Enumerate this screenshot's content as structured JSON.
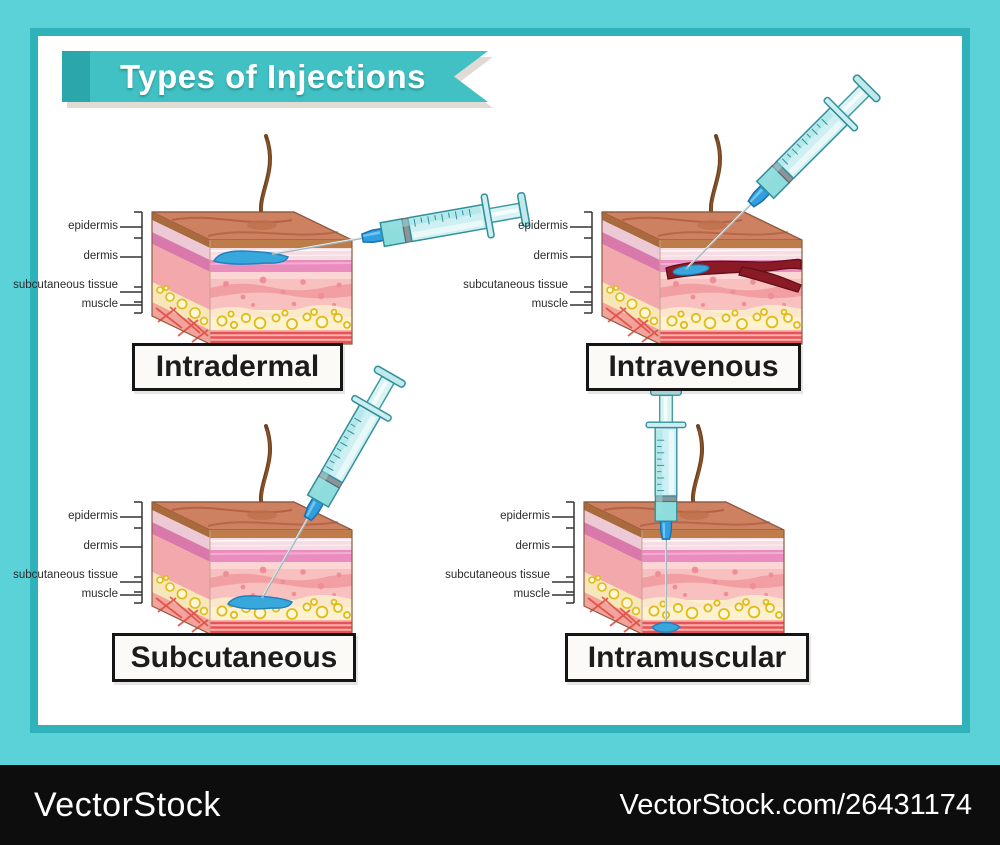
{
  "title_banner": {
    "label": "Types of Injections"
  },
  "skin_layers": {
    "epidermis": "epidermis",
    "dermis": "dermis",
    "subcutaneous_tissue": "subcutaneous tissue",
    "muscle": "muscle"
  },
  "injection_types": [
    {
      "caption": "Intradermal"
    },
    {
      "caption": "Intravenous"
    },
    {
      "caption": "Subcutaneous"
    },
    {
      "caption": "Intramuscular"
    }
  ],
  "watermark": {
    "brand": "VectorStock",
    "attribution": "VectorStock.com/26431174"
  },
  "colors": {
    "background_teal": "#5bd2d8",
    "frame_border_teal": "#2fb2b9",
    "banner_teal": "#41c1c3",
    "banner_accent_teal": "#2ba6aa",
    "skin_surface": "#ce8160",
    "dermis_pink": "#f8c0bf",
    "magenta_stripe": "#eb8cbf",
    "subcutaneous_cream": "#fcf2d0",
    "muscle_red": "#e7515a",
    "fluid_blue": "#38a8dc",
    "vein_dark_red": "#8a1b26",
    "watermark_bar_black": "#0d0d0d"
  }
}
